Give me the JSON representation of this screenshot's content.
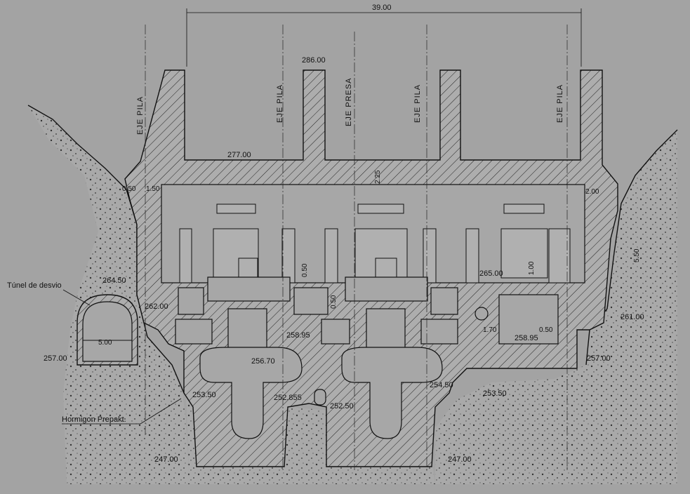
{
  "drawing": {
    "overall_width_dim": "39.00",
    "axis_labels": [
      "EJE PILA",
      "EJE PILA",
      "EJE PRESA",
      "EJE PILA",
      "EJE PILA"
    ],
    "elevations": {
      "top_piers": "286.00",
      "roof": "277.00",
      "tunnel_crown": "264.50",
      "floor_right": "265.00",
      "left_ledge": "262.00",
      "right_ledge": "261.00",
      "mid_floor": "258.95",
      "mid_floor_right": "258.95",
      "tunnel_invert": "257.00",
      "right_base": "257.00",
      "spiral_axis": "256.70",
      "left_step": "253.50",
      "right_step": "254.50",
      "right_rock": "253.50",
      "gallery": "252.855",
      "drain": "252.50",
      "bottom_left": "247.00",
      "bottom_right": "247.00"
    },
    "dims": {
      "d_050_left": "0.50",
      "d_150": "1.50",
      "d_225": "2.25",
      "d_200": "2.00",
      "d_550": "5.50",
      "d_100": "1.00",
      "d_050_mid": "0.50",
      "d_050_mid2": "0.50",
      "d_170": "1.70",
      "d_050_right": "0.50",
      "tunnel_width": "5.00"
    },
    "callouts": {
      "tunnel": "Túnel de desvio",
      "concrete": "Hormigon Prepakt."
    }
  }
}
